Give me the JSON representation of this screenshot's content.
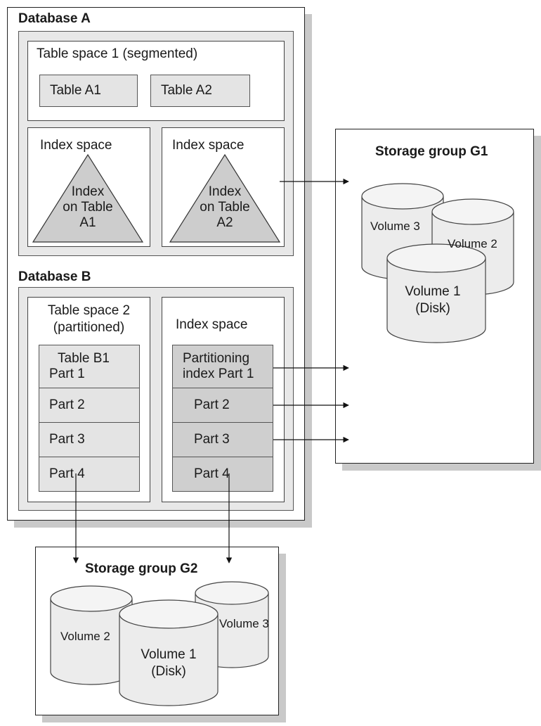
{
  "database_a": {
    "title": "Database A",
    "table_space_1": {
      "title": "Table space 1 (segmented)",
      "tables": [
        "Table A1",
        "Table A2"
      ]
    },
    "index_space_a1": {
      "title": "Index space",
      "index_lines": [
        "Index",
        "on Table",
        "A1"
      ]
    },
    "index_space_a2": {
      "title": "Index space",
      "index_lines": [
        "Index",
        "on Table",
        "A2"
      ]
    }
  },
  "database_b": {
    "title": "Database B",
    "table_space_2": {
      "title_line1": "Table space 2",
      "title_line2": "(partitioned)",
      "parts": [
        {
          "line1": "Table B1",
          "line2": "Part 1"
        },
        {
          "line1": "Part 2"
        },
        {
          "line1": "Part 3"
        },
        {
          "line1": "Part 4"
        }
      ]
    },
    "index_space": {
      "title": "Index space",
      "parts": [
        {
          "line1": "Partitioning",
          "line2": "index Part 1"
        },
        {
          "line1": "Part 2"
        },
        {
          "line1": "Part 3"
        },
        {
          "line1": "Part 4"
        }
      ]
    }
  },
  "storage_group_g1": {
    "title": "Storage group G1",
    "volumes": [
      {
        "line1": "Volume 3"
      },
      {
        "line1": "Volume 2"
      },
      {
        "line1": "Volume 1",
        "line2": "(Disk)"
      }
    ]
  },
  "storage_group_g2": {
    "title": "Storage group G2",
    "volumes": [
      {
        "line1": "Volume 2"
      },
      {
        "line1": "Volume 3"
      },
      {
        "line1": "Volume 1",
        "line2": "(Disk)"
      }
    ]
  },
  "colors": {
    "shadow": "#c9c9c9",
    "fill_light": "#e4e4e4",
    "fill_dark": "#cfcfcf",
    "triangle": "#cdcdcd",
    "outline": "#222222"
  }
}
